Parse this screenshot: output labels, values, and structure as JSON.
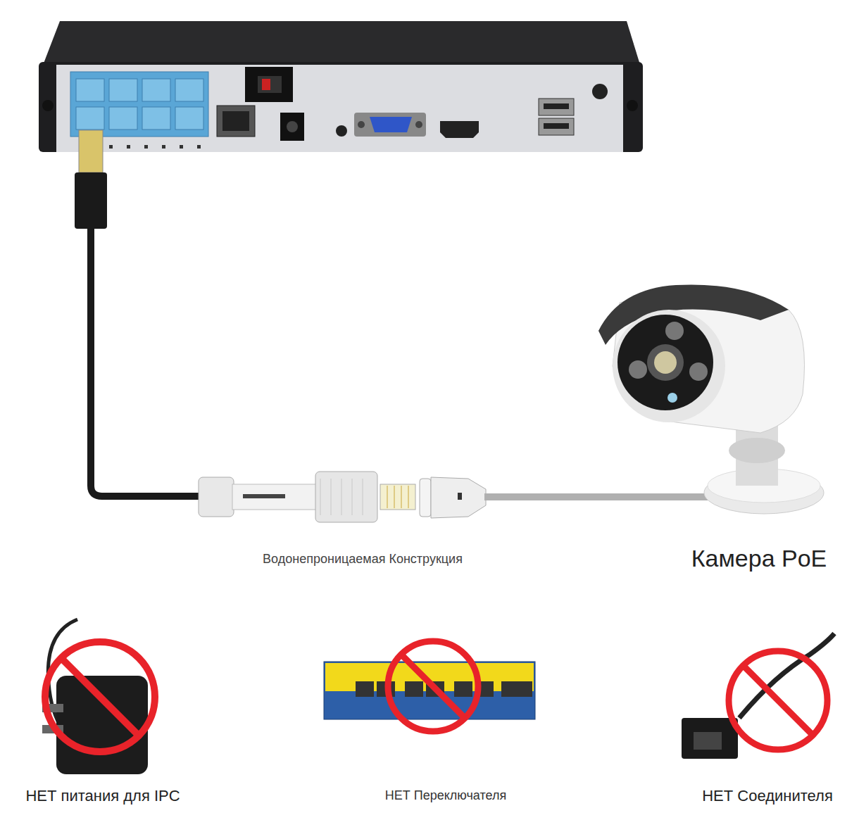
{
  "diagram": {
    "labels": [
      "Водонепроницаемая Конструкция",
      "Камера PoE",
      "НЕТ питания для IPC",
      "НЕТ Переключателя",
      "НЕТ Соединителя"
    ]
  }
}
